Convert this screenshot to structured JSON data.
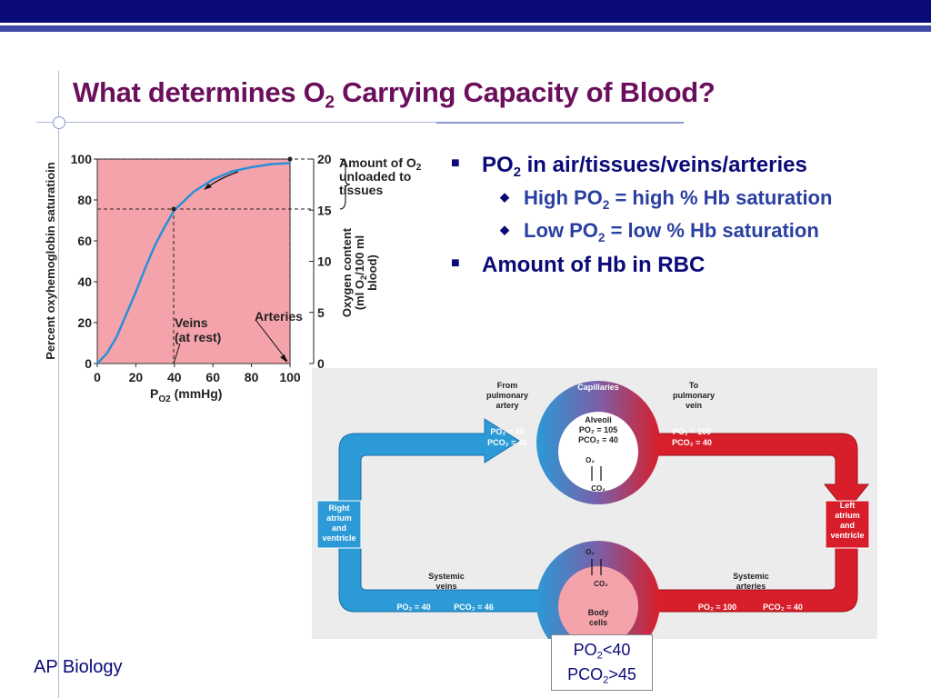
{
  "slide": {
    "title_prefix": "What determines O",
    "title_sub": "2",
    "title_suffix": " Carrying Capacity of Blood?",
    "footer": "AP Biology"
  },
  "bullets": {
    "b1_a": "PO",
    "b1_sub": "2",
    "b1_b": " in air/tissues/veins/arteries",
    "b2_a": "High PO",
    "b2_sub": "2",
    "b2_b": " = high % Hb saturation",
    "b3_a": "Low PO",
    "b3_sub": "2",
    "b3_b": " = low % Hb saturation",
    "b4": "Amount of Hb in RBC"
  },
  "chart_data": {
    "type": "line",
    "y_label": "Percent oxyhemoglobin saturatioin",
    "y2_label_1": "Oxygen content",
    "y2_label_2a": "(ml O",
    "y2_label_2sub": "2",
    "y2_label_2b": "/100 ml",
    "y2_label_3": "blood)",
    "x_label_a": "P",
    "x_label_sub": "O2",
    "x_label_b": " (mmHg)",
    "x_ticks": [
      "0",
      "20",
      "40",
      "60",
      "80",
      "100"
    ],
    "y_ticks": [
      "0",
      "20",
      "40",
      "60",
      "80",
      "100"
    ],
    "y2_ticks": [
      "0",
      "5",
      "10",
      "15",
      "20"
    ],
    "xlim": [
      0,
      100
    ],
    "ylim": [
      0,
      100
    ],
    "y2lim": [
      0,
      20
    ],
    "x": [
      0,
      5,
      10,
      15,
      20,
      25,
      30,
      35,
      40,
      50,
      60,
      70,
      80,
      90,
      100
    ],
    "y": [
      0,
      5,
      13,
      24,
      35,
      47,
      58,
      67,
      75,
      84,
      90,
      94,
      96,
      97.5,
      98
    ],
    "veins_label_1": "Veins",
    "veins_label_2": "(at rest)",
    "arteries_label": "Arteries",
    "unloaded_label_1a": "Amount of O",
    "unloaded_label_1sub": "2",
    "unloaded_label_2": "unloaded to",
    "unloaded_label_3": "tissues"
  },
  "diagram": {
    "from_pulm_1": "From",
    "from_pulm_2": "pulmonary",
    "from_pulm_3": "artery",
    "capillaries": "Capillaries",
    "to_pulm_1": "To",
    "to_pulm_2": "pulmonary",
    "to_pulm_3": "vein",
    "alveoli_1": "Alveoli",
    "alveoli_2": "PO₂ = 105",
    "alveoli_3": "PCO₂ = 40",
    "in_po2": "PO₂ = 40",
    "in_pco2": "PCO₂ = 46",
    "out_po2": "PO₂ = 100",
    "out_pco2": "PCO₂ = 40",
    "o2": "O₂",
    "co2": "CO₂",
    "right_heart_1": "Right",
    "right_heart_2": "atrium",
    "right_heart_3": "and",
    "right_heart_4": "ventricle",
    "left_heart_1": "Left",
    "left_heart_2": "atrium",
    "left_heart_3": "and",
    "left_heart_4": "ventricle",
    "sys_veins_1": "Systemic",
    "sys_veins_2": "veins",
    "sys_veins_po2": "PO₂ = 40",
    "sys_veins_pco2": "PCO₂ = 46",
    "sys_art_1": "Systemic",
    "sys_art_2": "arteries",
    "sys_art_po2": "PO₂ = 100",
    "sys_art_pco2": "PCO₂ = 40",
    "body_1": "Body",
    "body_2": "cells"
  },
  "po_box": {
    "line1_a": "PO",
    "line1_sub": "2",
    "line1_b": "<40",
    "line2_a": "PCO",
    "line2_sub": "2",
    "line2_b": ">45"
  },
  "colors": {
    "title": "#6b0f5c",
    "bullet_text": "#0a0a78",
    "chart_bg": "#f4a3ab",
    "curve": "#2a8fd8",
    "venous": "#2b9ad6",
    "arterial": "#d81e2a"
  }
}
